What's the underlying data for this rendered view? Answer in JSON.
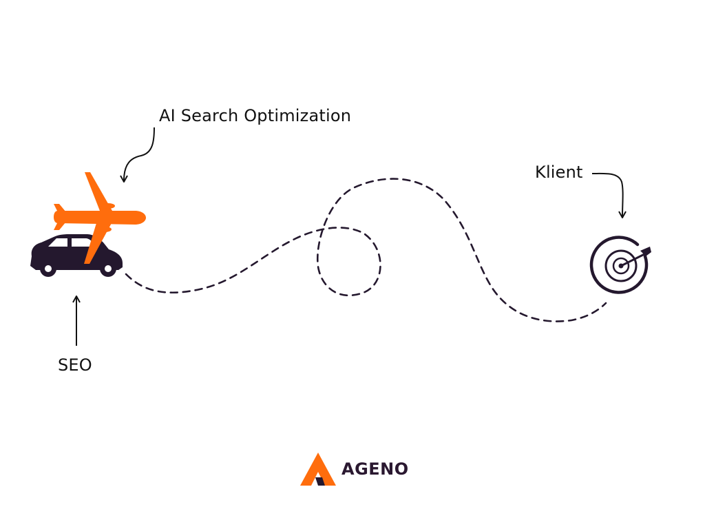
{
  "labels": {
    "ai_search": "AI Search Optimization",
    "klient": "Klient",
    "seo": "SEO"
  },
  "logo": {
    "text": "AGENO"
  },
  "colors": {
    "accent_orange": "#FF6D0D",
    "dark_purple": "#24182E",
    "text": "#111111"
  },
  "icons": [
    "airplane-icon",
    "car-icon",
    "target-icon",
    "arrow-icon"
  ]
}
